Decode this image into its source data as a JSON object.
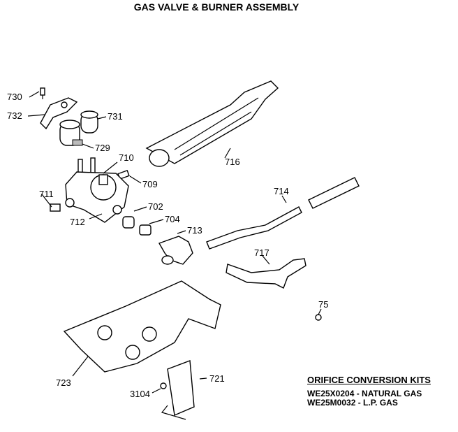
{
  "title": "GAS VALVE & BURNER ASSEMBLY",
  "callouts": [
    {
      "id": "730",
      "text": "730"
    },
    {
      "id": "732",
      "text": "732"
    },
    {
      "id": "731",
      "text": "731"
    },
    {
      "id": "729",
      "text": "729"
    },
    {
      "id": "710",
      "text": "710"
    },
    {
      "id": "709",
      "text": "709"
    },
    {
      "id": "711",
      "text": "711"
    },
    {
      "id": "712",
      "text": "712"
    },
    {
      "id": "702",
      "text": "702"
    },
    {
      "id": "704",
      "text": "704"
    },
    {
      "id": "713",
      "text": "713"
    },
    {
      "id": "716",
      "text": "716"
    },
    {
      "id": "714",
      "text": "714"
    },
    {
      "id": "717",
      "text": "717"
    },
    {
      "id": "75",
      "text": "75"
    },
    {
      "id": "723",
      "text": "723"
    },
    {
      "id": "721",
      "text": "721"
    },
    {
      "id": "3104",
      "text": "3104"
    }
  ],
  "kits": {
    "title": "ORIFICE CONVERSION KITS",
    "items": [
      "WE25X0204 - NATURAL GAS",
      "WE25M0032 - L.P. GAS"
    ]
  }
}
